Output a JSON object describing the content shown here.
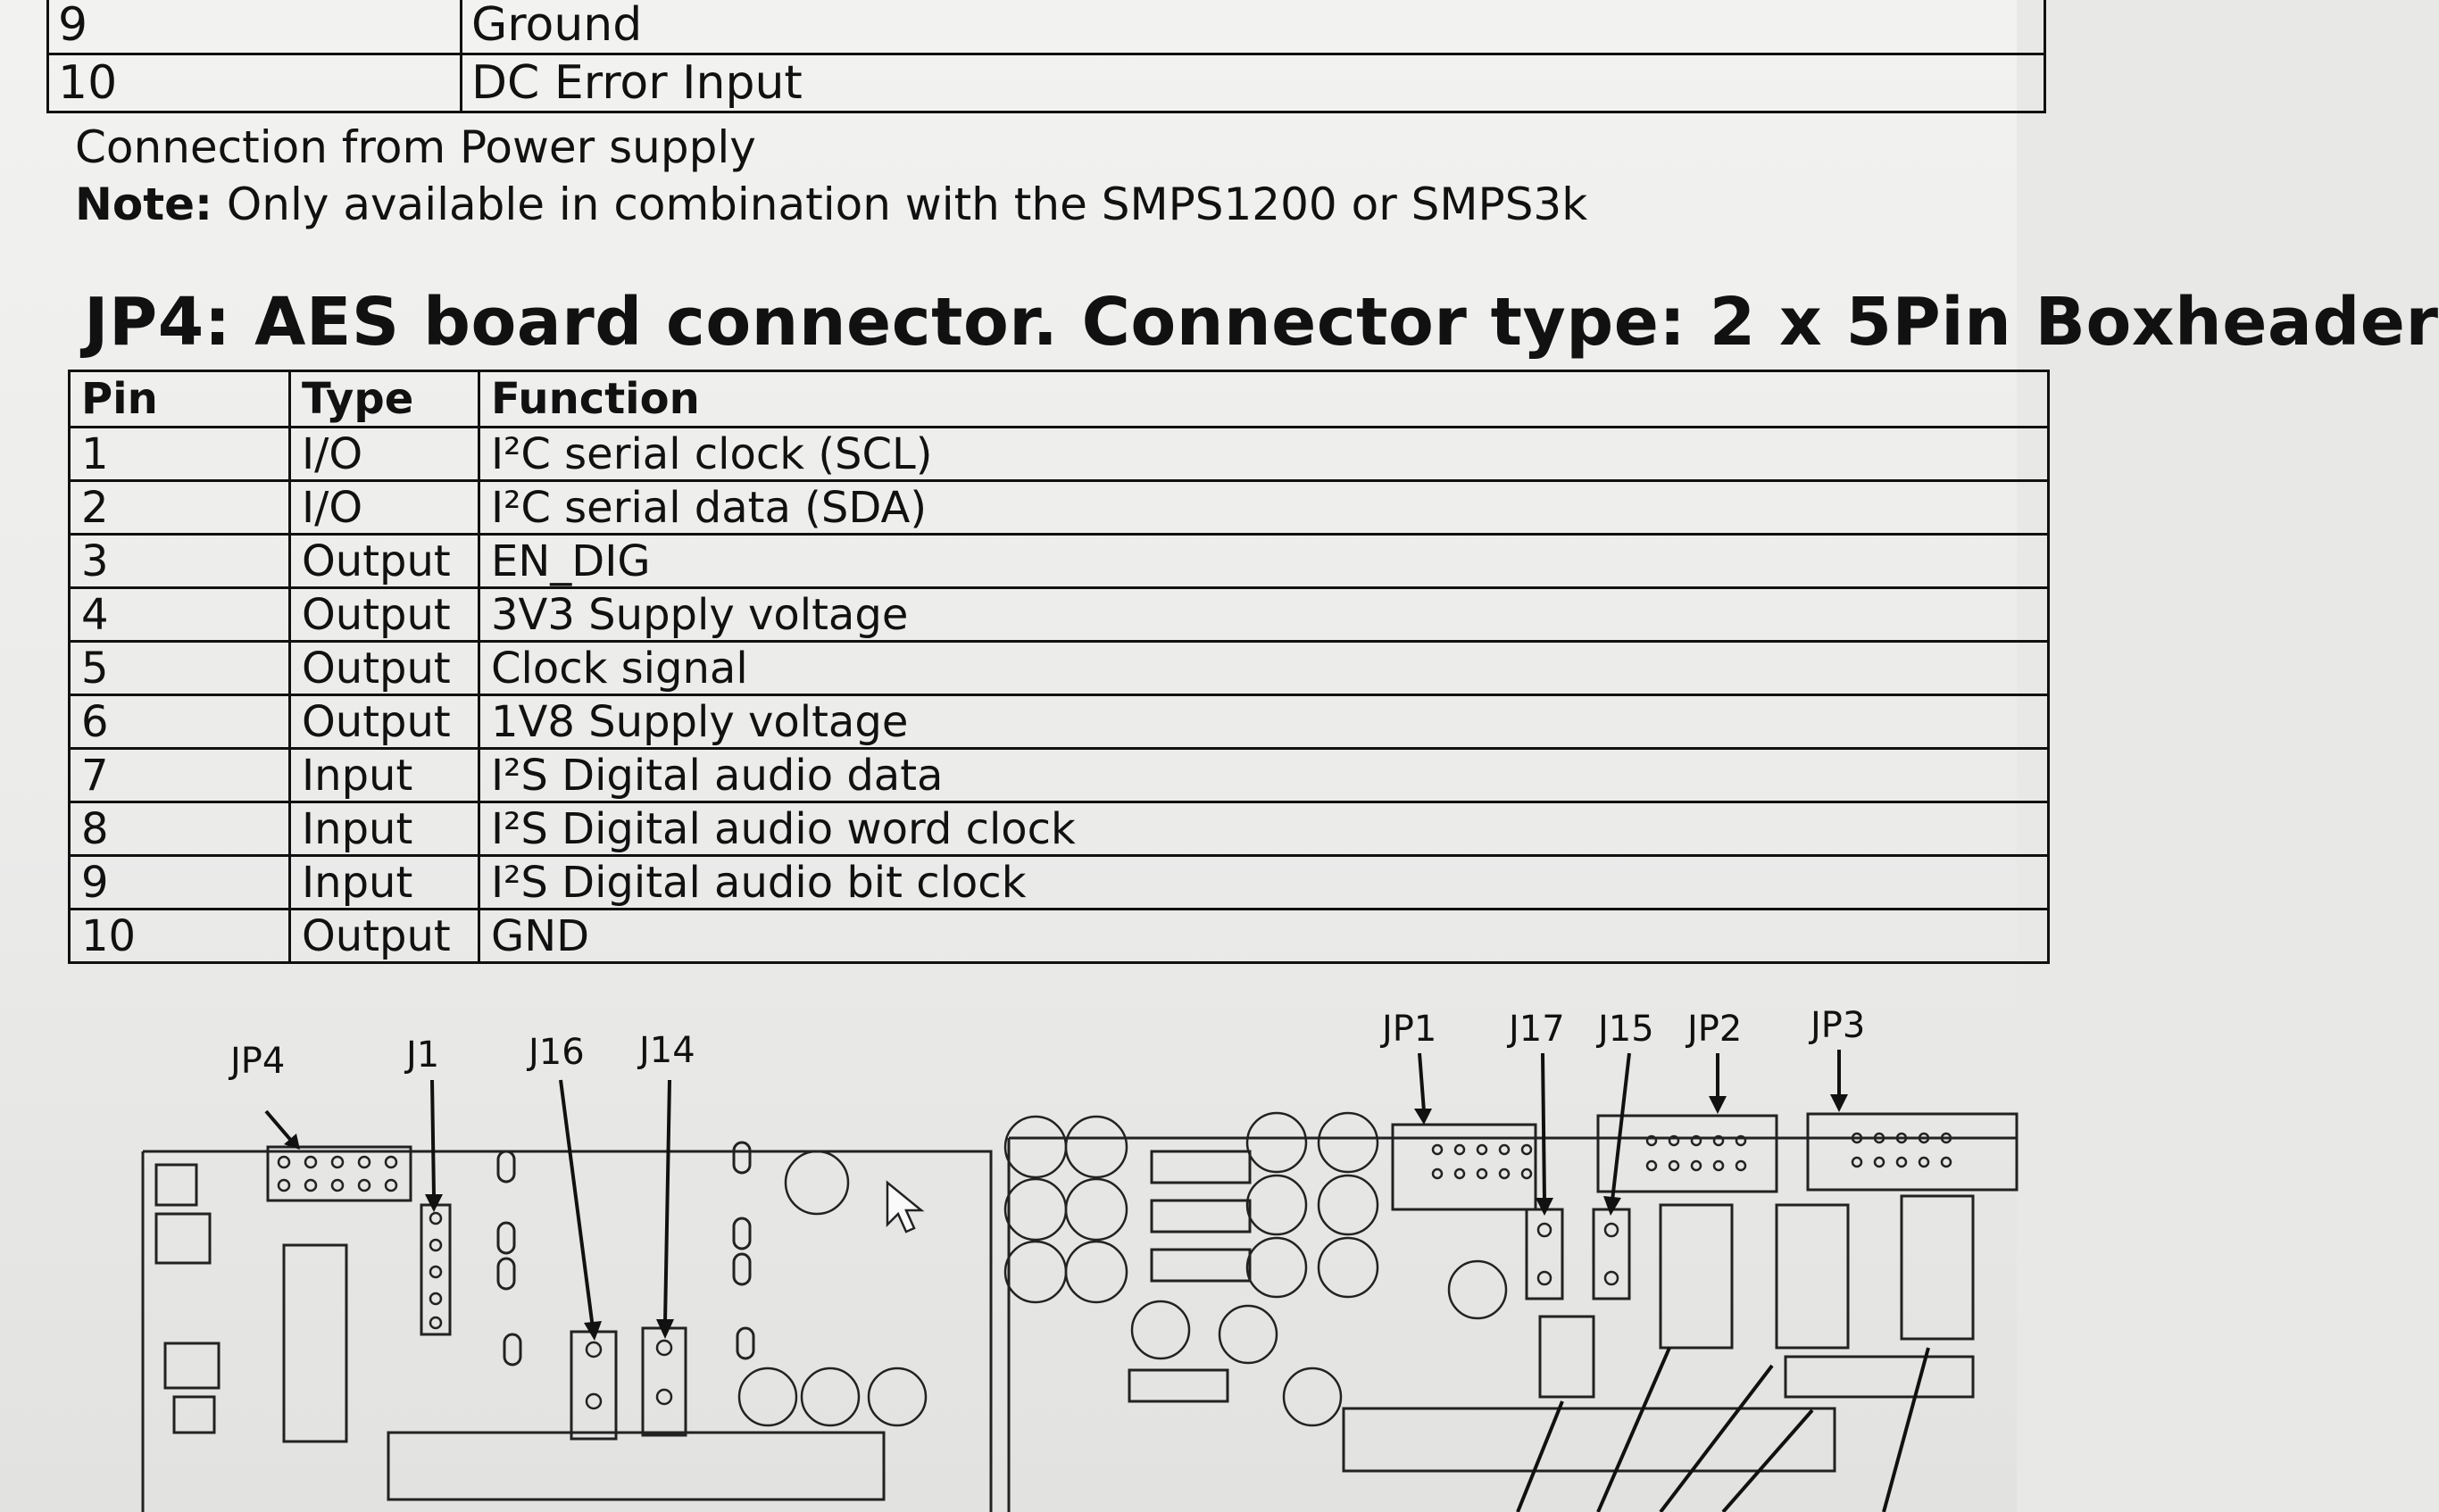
{
  "top_rows": [
    {
      "pin": "9",
      "function": "Ground"
    },
    {
      "pin": "10",
      "function": "DC Error Input"
    }
  ],
  "connection_text": "Connection from Power supply",
  "note_label": "Note:",
  "note_text": " Only available in combination with the SMPS1200 or SMPS3k",
  "heading": "JP4: AES board connector. Connector type: 2 x 5Pin Boxheader",
  "table": {
    "headers": {
      "pin": "Pin",
      "type": "Type",
      "function": "Function"
    },
    "rows": [
      {
        "pin": "1",
        "type": "I/O",
        "function": "I²C serial clock (SCL)"
      },
      {
        "pin": "2",
        "type": "I/O",
        "function": "I²C serial data (SDA)"
      },
      {
        "pin": "3",
        "type": "Output",
        "function": "EN_DIG"
      },
      {
        "pin": "4",
        "type": "Output",
        "function": "3V3 Supply voltage"
      },
      {
        "pin": "5",
        "type": "Output",
        "function": "Clock signal"
      },
      {
        "pin": "6",
        "type": "Output",
        "function": "1V8 Supply voltage"
      },
      {
        "pin": "7",
        "type": "Input",
        "function": "I²S Digital audio data"
      },
      {
        "pin": "8",
        "type": "Input",
        "function": "I²S Digital audio word clock"
      },
      {
        "pin": "9",
        "type": "Input",
        "function": "I²S Digital audio bit clock"
      },
      {
        "pin": "10",
        "type": "Output",
        "function": "GND"
      }
    ]
  },
  "diagram_labels": {
    "jp4": "JP4",
    "j1": "J1",
    "j16": "J16",
    "j14": "J14",
    "jp1": "JP1",
    "j17": "J17",
    "j15": "J15",
    "jp2": "JP2",
    "jp3": "JP3"
  },
  "colors": {
    "ink": "#111111",
    "paper": "#eeeeec"
  },
  "icons": {
    "cursor": "mouse-pointer-icon"
  }
}
